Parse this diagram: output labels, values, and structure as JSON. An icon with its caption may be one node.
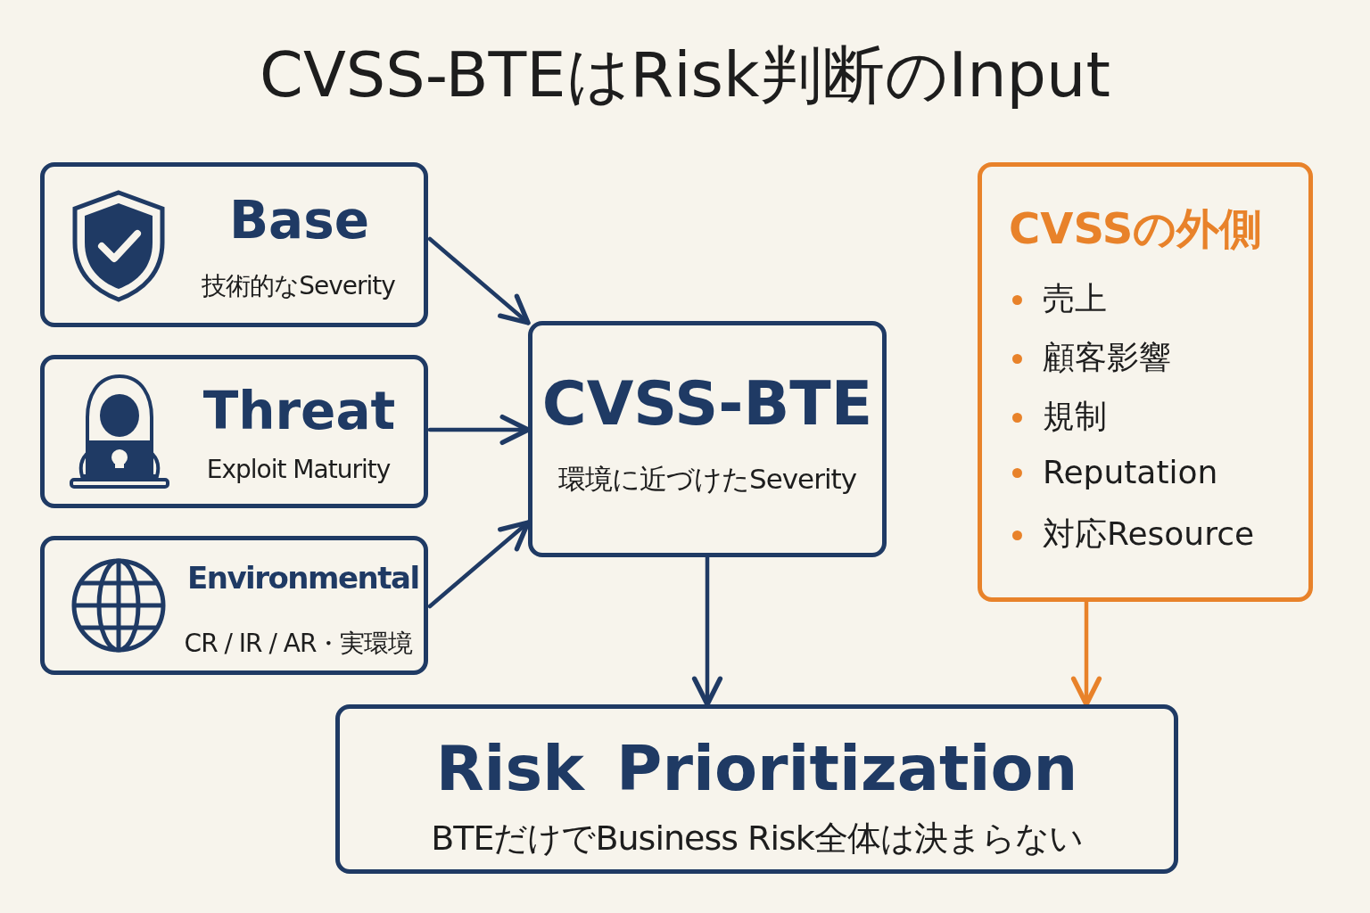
{
  "diagram": {
    "title": "CVSS-BTEはRisk判断のInput",
    "nodes": [
      {
        "text": [
          "Base",
          "技術的なSeverity"
        ]
      },
      {
        "text": [
          "Threat",
          "Exploit Maturity"
        ]
      },
      {
        "text": [
          "Environmental",
          "CR / IR / AR・実環境"
        ]
      },
      {
        "text": [
          "CVSS-BTE",
          "環境に近づけたSeverity"
        ]
      },
      {
        "text": [
          "CVSSの外側",
          "売上",
          "顧客影響",
          "規制",
          "Reputation",
          "対応Resource"
        ]
      },
      {
        "text": [
          "Risk Prioritization",
          "BTEだけでBusiness Risk全体は決まらない"
        ]
      }
    ],
    "edges": [
      {
        "from": 0,
        "to": 3,
        "arrow": "to"
      },
      {
        "from": 1,
        "to": 3,
        "arrow": "to"
      },
      {
        "from": 2,
        "to": 3,
        "arrow": "to"
      },
      {
        "from": 3,
        "to": 5,
        "arrow": "to"
      },
      {
        "from": 4,
        "to": 5,
        "arrow": "to",
        "color": "#e8822a"
      }
    ]
  }
}
